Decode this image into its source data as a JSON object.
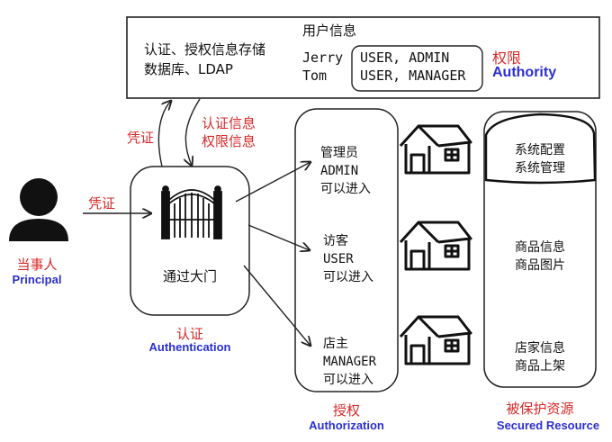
{
  "storage": {
    "description_line1": "认证、授权信息存储",
    "description_line2": "数据库、LDAP",
    "title": "用户信息",
    "users": [
      "Jerry",
      "Tom"
    ],
    "roles": [
      "USER, ADMIN",
      "USER, MANAGER"
    ],
    "authority_cn": "权限",
    "authority_en": "Authority"
  },
  "principal": {
    "label_cn": "当事人",
    "label_en": "Principal",
    "credential_label": "凭证"
  },
  "flow": {
    "credential_up": "凭证",
    "auth_info_line1": "认证信息",
    "auth_info_line2": "权限信息"
  },
  "authentication": {
    "gate_caption": "通过大门",
    "label_cn": "认证",
    "label_en": "Authentication"
  },
  "authorization": {
    "entries": [
      {
        "role_cn": "管理员",
        "role_en": "ADMIN",
        "action": "可以进入"
      },
      {
        "role_cn": "访客",
        "role_en": "USER",
        "action": "可以进入"
      },
      {
        "role_cn": "店主",
        "role_en": "MANAGER",
        "action": "可以进入"
      }
    ],
    "label_cn": "授权",
    "label_en": "Authorization"
  },
  "resources": {
    "items": [
      {
        "line1": "系统配置",
        "line2": "系统管理"
      },
      {
        "line1": "商品信息",
        "line2": "商品图片"
      },
      {
        "line1": "店家信息",
        "line2": "商品上架"
      }
    ],
    "label_cn": "被保护资源",
    "label_en": "Secured Resource"
  }
}
